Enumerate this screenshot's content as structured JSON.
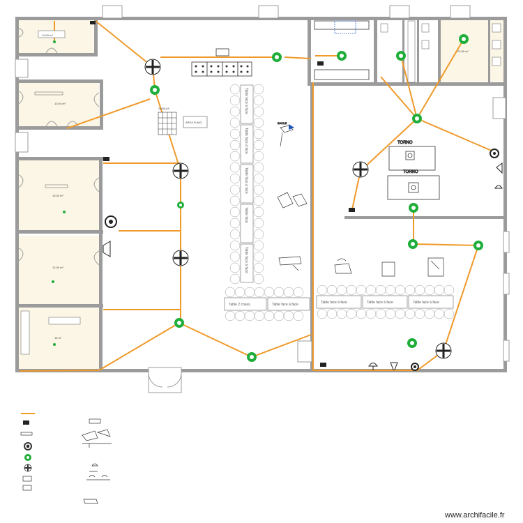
{
  "labels": {
    "zaraza": "ZARAZA",
    "area_fumo": "AREA FUMO",
    "bauletto": "BAULE",
    "torno_1": "TORNO",
    "torno_2": "TORNO"
  },
  "room_areas": {
    "room_a": "10,00 m²",
    "room_b": "10,00 m²",
    "room_c": "15,00 m²",
    "room_d": "12,00 m²",
    "room_e": "16 m²",
    "room_f": "22,50 m²"
  },
  "tables": {
    "vertical": [
      "Table face à face",
      "Table face à face",
      "Table face à face",
      "Table face",
      "Table face à face"
    ],
    "bottom_left": [
      "Table 2 cosas",
      "Table face à face"
    ],
    "bottom_right": [
      "Table face à face",
      "Table face à face",
      "Table face à face"
    ]
  },
  "watermark": "www.archifacile.fr",
  "colors": {
    "wall": "#9b9b9b",
    "room_fill": "#fcf6e6",
    "cable": "#ef9a2a",
    "node_green": "#1fae3a"
  }
}
